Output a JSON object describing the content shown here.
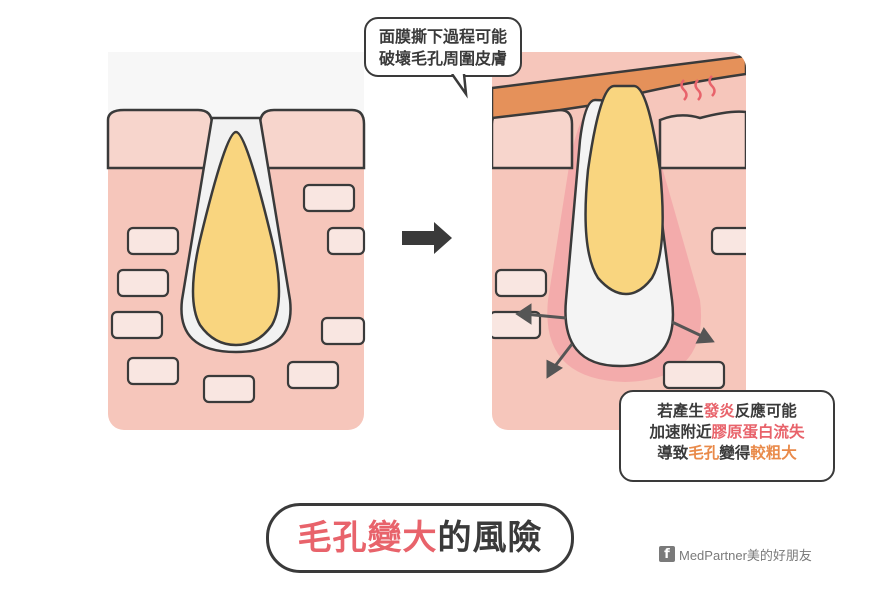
{
  "top_bubble": {
    "line1": "面膜撕下過程可能",
    "line2": "破壞毛孔周圍皮膚"
  },
  "bottom_bubble": {
    "line1_a": "若產生",
    "line1_b": "發炎",
    "line1_c": "反應可能",
    "line2_a": "加速附近",
    "line2_b": "膠原蛋白流失",
    "line3_a": "導致",
    "line3_b": "毛孔",
    "line3_c": "變得",
    "line3_d": "較粗大"
  },
  "title": {
    "highlight": "毛孔變大",
    "rest": "的風險"
  },
  "brand": {
    "icon": "f",
    "text": "MedPartner美的好朋友"
  },
  "colors": {
    "skin": "#f6c6bb",
    "skin_dark": "#eeada3",
    "sebum": "#f9d57f",
    "mask": "#e5915a",
    "outline": "#3a3a3a",
    "highlight_pink": "#e8636b",
    "highlight_orange": "#e98a4a"
  },
  "icons": [
    "arrow-right-icon",
    "heat-waves-icon",
    "facebook-icon"
  ]
}
